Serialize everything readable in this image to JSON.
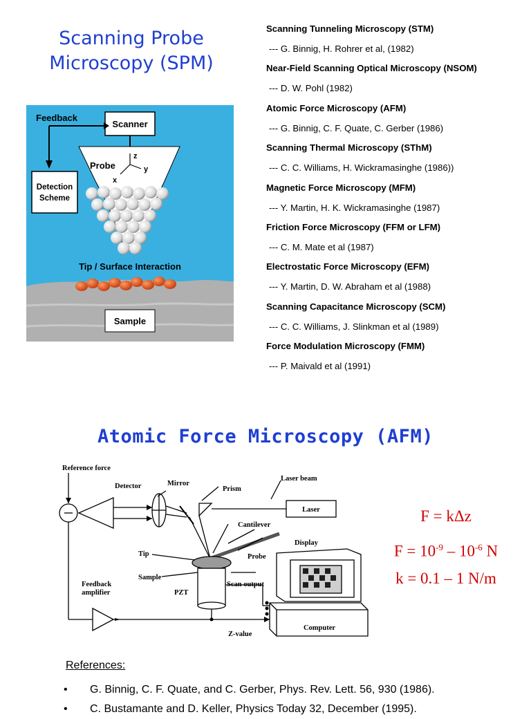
{
  "spm": {
    "title_line1": "Scanning Probe",
    "title_line2": "Microscopy (SPM)",
    "figure": {
      "feedback": "Feedback",
      "scanner": "Scanner",
      "probe": "Probe",
      "axis_z": "z",
      "axis_y": "y",
      "axis_x": "x",
      "detection_line1": "Detection",
      "detection_line2": "Scheme",
      "interaction": "Tip / Surface Interaction",
      "sample": "Sample"
    },
    "techniques": [
      {
        "name": "Scanning Tunneling Microscopy (STM)",
        "authors": "--- G. Binnig, H. Rohrer et al, (1982)"
      },
      {
        "name": "Near-Field Scanning Optical Microscopy (NSOM)",
        "authors": "--- D. W. Pohl (1982)"
      },
      {
        "name": "Atomic Force Microscopy (AFM)",
        "authors": "--- G. Binnig, C. F. Quate, C. Gerber (1986)"
      },
      {
        "name": "Scanning Thermal Microscopy (SThM)",
        "authors": "--- C. C. Williams, H. Wickramasinghe (1986))"
      },
      {
        "name": "Magnetic Force Microscopy (MFM)",
        "authors": "--- Y. Martin, H. K. Wickramasinghe (1987)"
      },
      {
        "name": "Friction Force Microscopy (FFM or LFM)",
        "authors": "--- C. M. Mate et al (1987)"
      },
      {
        "name": "Electrostatic Force Microscopy (EFM)",
        "authors": "--- Y. Martin, D. W. Abraham et al (1988)"
      },
      {
        "name": "Scanning Capacitance Microscopy (SCM)",
        "authors": "--- C. C. Williams, J. Slinkman et al (1989)"
      },
      {
        "name": "Force Modulation Microscopy (FMM)",
        "authors": "--- P. Maivald et al (1991)"
      }
    ]
  },
  "afm": {
    "title": "Atomic Force Microscopy (AFM)",
    "figure": {
      "reference_force": "Reference force",
      "detector": "Detector",
      "mirror": "Mirror",
      "prism": "Prism",
      "laser_beam": "Laser beam",
      "laser": "Laser",
      "cantilever": "Cantilever",
      "display": "Display",
      "tip": "Tip",
      "probe": "Probe",
      "sample": "Sample",
      "scan_output": "Scan output",
      "pzt": "PZT",
      "feedback_line1": "Feedback",
      "feedback_line2": "amplifier",
      "computer": "Computer",
      "z_value": "Z-value"
    },
    "equations": {
      "eq1": "F = kΔz",
      "eq2_prefix": "F = 10",
      "eq2_exp1": "-9",
      "eq2_mid": " – 10",
      "eq2_exp2": "-6",
      "eq2_suffix": " N",
      "eq3": "k = 0.1 – 1 N/m"
    }
  },
  "references": {
    "heading": "References:",
    "bullet": "•",
    "items": [
      "G. Binnig, C. F. Quate, and C. Gerber, Phys. Rev. Lett. 56, 930 (1986).",
      "C. Bustamante and D. Keller, Physics Today 32, December (1995)."
    ]
  },
  "colors": {
    "title_blue": "#1f3fd1",
    "equation_red": "#d20000",
    "figure_cyan": "#3ab0e0",
    "surface_orange": "#e0521a"
  }
}
